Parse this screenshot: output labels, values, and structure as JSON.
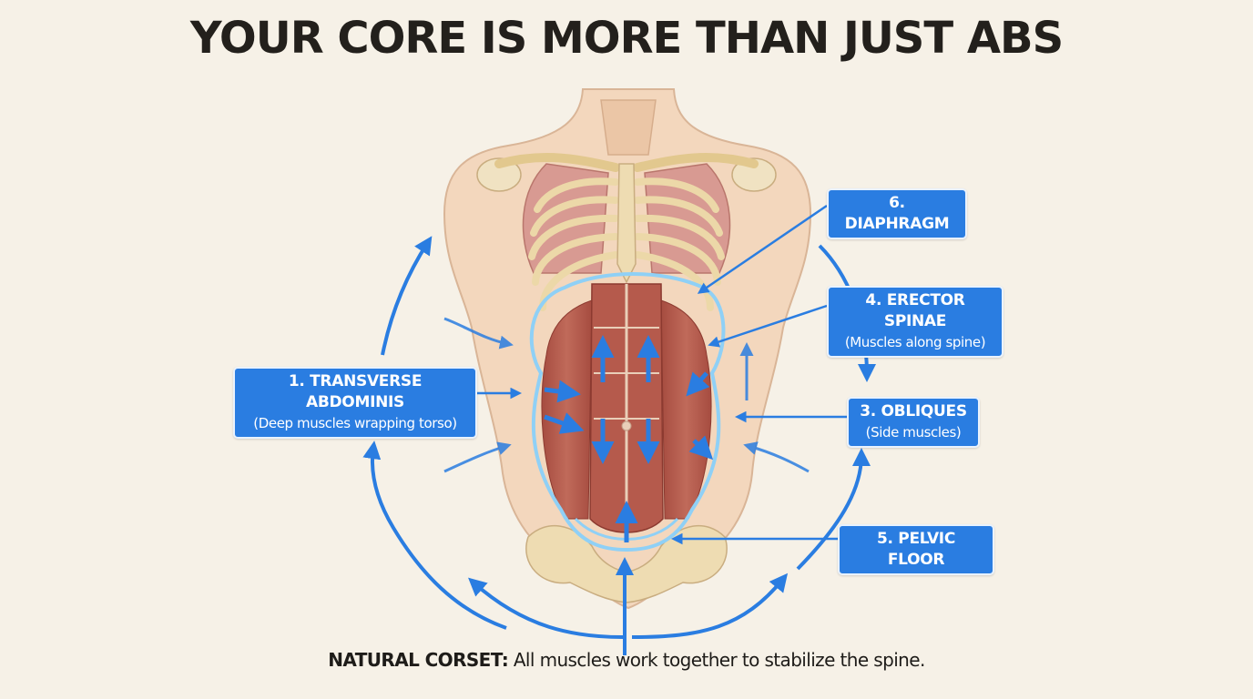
{
  "title": "YOUR CORE IS MORE THAN JUST ABS",
  "labels": {
    "transverse_abdominis": {
      "title": "1. TRANSVERSE ABDOMINIS",
      "subtitle": "(Deep muscles wrapping torso)"
    },
    "obliques": {
      "title": "3. OBLIQUES",
      "subtitle": "(Side muscles)"
    },
    "erector_spinae": {
      "title": "4. ERECTOR SPINAE",
      "subtitle": "(Muscles along spine)"
    },
    "pelvic_floor": {
      "title": "5. PELVIC FLOOR"
    },
    "diaphragm": {
      "title": "6. DIAPHRAGM"
    }
  },
  "footer": {
    "lead": "NATURAL CORSET:",
    "text": " All muscles work together to stabilize the spine."
  },
  "colors": {
    "background": "#f6f1e7",
    "accent_blue": "#2a7de1",
    "skin": "#f3d7bd",
    "bone": "#eedcb2",
    "muscle": "#b55a4c",
    "title_text": "#23201c"
  }
}
